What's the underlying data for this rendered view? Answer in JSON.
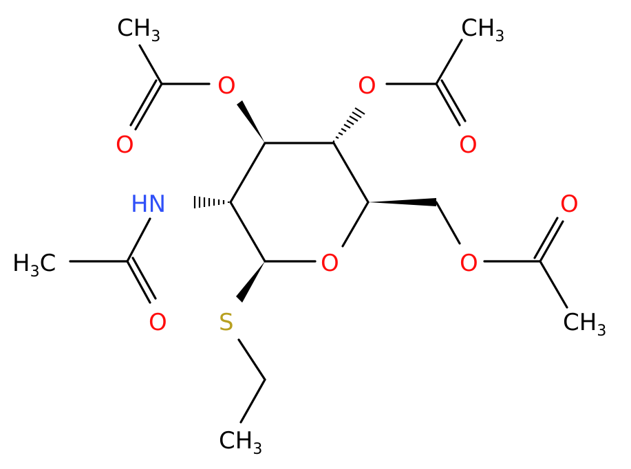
{
  "colors": {
    "carbon": "#000000",
    "oxygen": "#ff0d0d",
    "nitrogen": "#3050f8",
    "sulfur": "#b8a020"
  },
  "labels": {
    "ch3_top_left": {
      "main": "CH",
      "sub": "3"
    },
    "ch3_top_right": {
      "main": "CH",
      "sub": "3"
    },
    "o_ester_left": "O",
    "o_ester_right": "O",
    "o_carbonyl_left": "O",
    "o_carbonyl_right": "O",
    "o_carbonyl_far_right": "O",
    "hn": "HN",
    "o_ring": "O",
    "o_ester_ch2": "O",
    "h3c_left": {
      "main": "H",
      "sub": "3",
      "tail": "C"
    },
    "o_amide": "O",
    "ch3_right": {
      "main": "CH",
      "sub": "3"
    },
    "s": "S",
    "ch3_bottom": {
      "main": "CH",
      "sub": "3"
    }
  }
}
